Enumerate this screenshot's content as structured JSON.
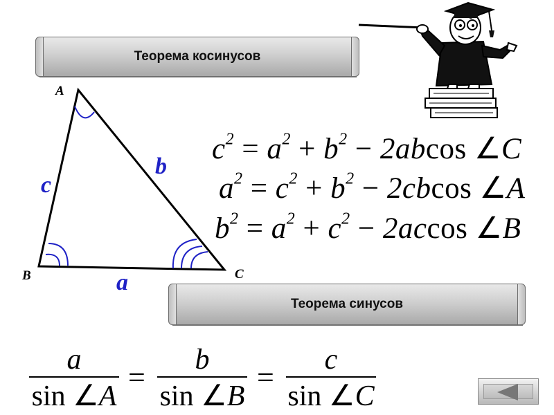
{
  "banners": {
    "cosine": "Теорема косинусов",
    "sine": "Теорема синусов"
  },
  "triangle": {
    "vertex_labels": {
      "A": "A",
      "B": "B",
      "C": "C"
    },
    "side_labels": {
      "a": "a",
      "b": "b",
      "c": "c"
    },
    "side_label_color": "#1f22c6"
  },
  "cosine_law": [
    {
      "lhs_base": "c",
      "lhs_exp": "2",
      "t1_base": "a",
      "t1_exp": "2",
      "t2_base": "b",
      "t2_exp": "2",
      "product": "2ab",
      "func": "cos",
      "angle": "C"
    },
    {
      "lhs_base": "a",
      "lhs_exp": "2",
      "t1_base": "c",
      "t1_exp": "2",
      "t2_base": "b",
      "t2_exp": "2",
      "product": "2cb",
      "func": "cos",
      "angle": "A"
    },
    {
      "lhs_base": "b",
      "lhs_exp": "2",
      "t1_base": "a",
      "t1_exp": "2",
      "t2_base": "c",
      "t2_exp": "2",
      "product": "2ac",
      "func": "cos",
      "angle": "B"
    }
  ],
  "sine_law": [
    {
      "num": "a",
      "func": "sin",
      "angle": "A"
    },
    {
      "num": "b",
      "func": "sin",
      "angle": "B"
    },
    {
      "num": "c",
      "func": "sin",
      "angle": "C"
    }
  ],
  "symbols": {
    "eq": "=",
    "plus": "+",
    "minus": "−",
    "angle": "∠"
  },
  "icons": {
    "professor": "professor-pointer-icon",
    "back": "back-arrow-icon"
  }
}
